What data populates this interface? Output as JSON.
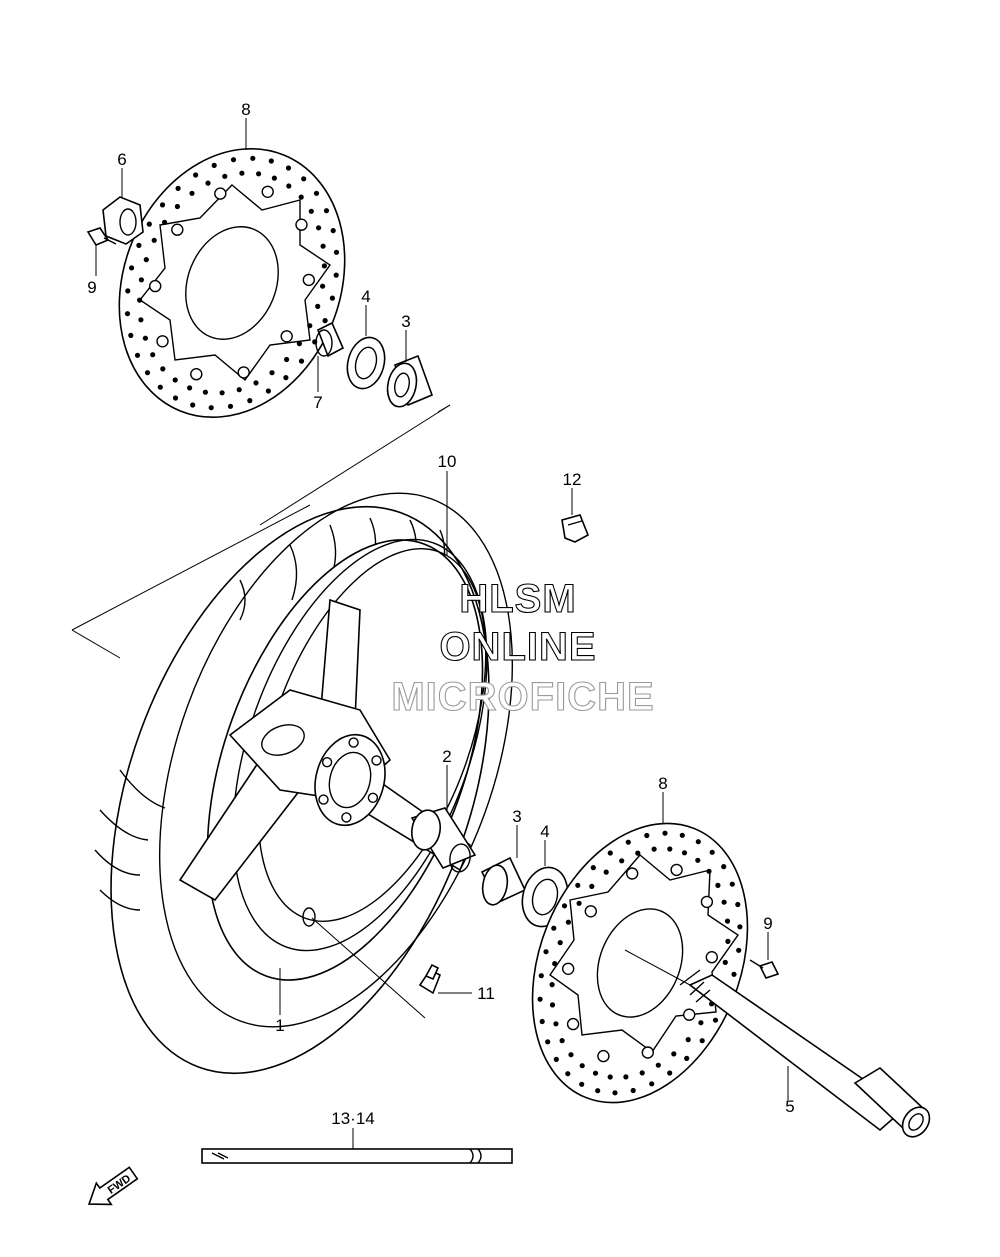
{
  "callouts": {
    "c1": "1",
    "c2": "2",
    "c3a": "3",
    "c3b": "3",
    "c4a": "4",
    "c4b": "4",
    "c5": "5",
    "c6": "6",
    "c7": "7",
    "c8a": "8",
    "c8b": "8",
    "c9a": "9",
    "c9b": "9",
    "c10": "10",
    "c11": "11",
    "c12": "12",
    "c13": "13·14"
  },
  "watermark": {
    "line1": "HLSM",
    "line2": "ONLINE",
    "line3": "MICROFICHE"
  },
  "fwd_label": "FWD",
  "icons": {
    "fwd": "fwd-arrow-icon"
  }
}
